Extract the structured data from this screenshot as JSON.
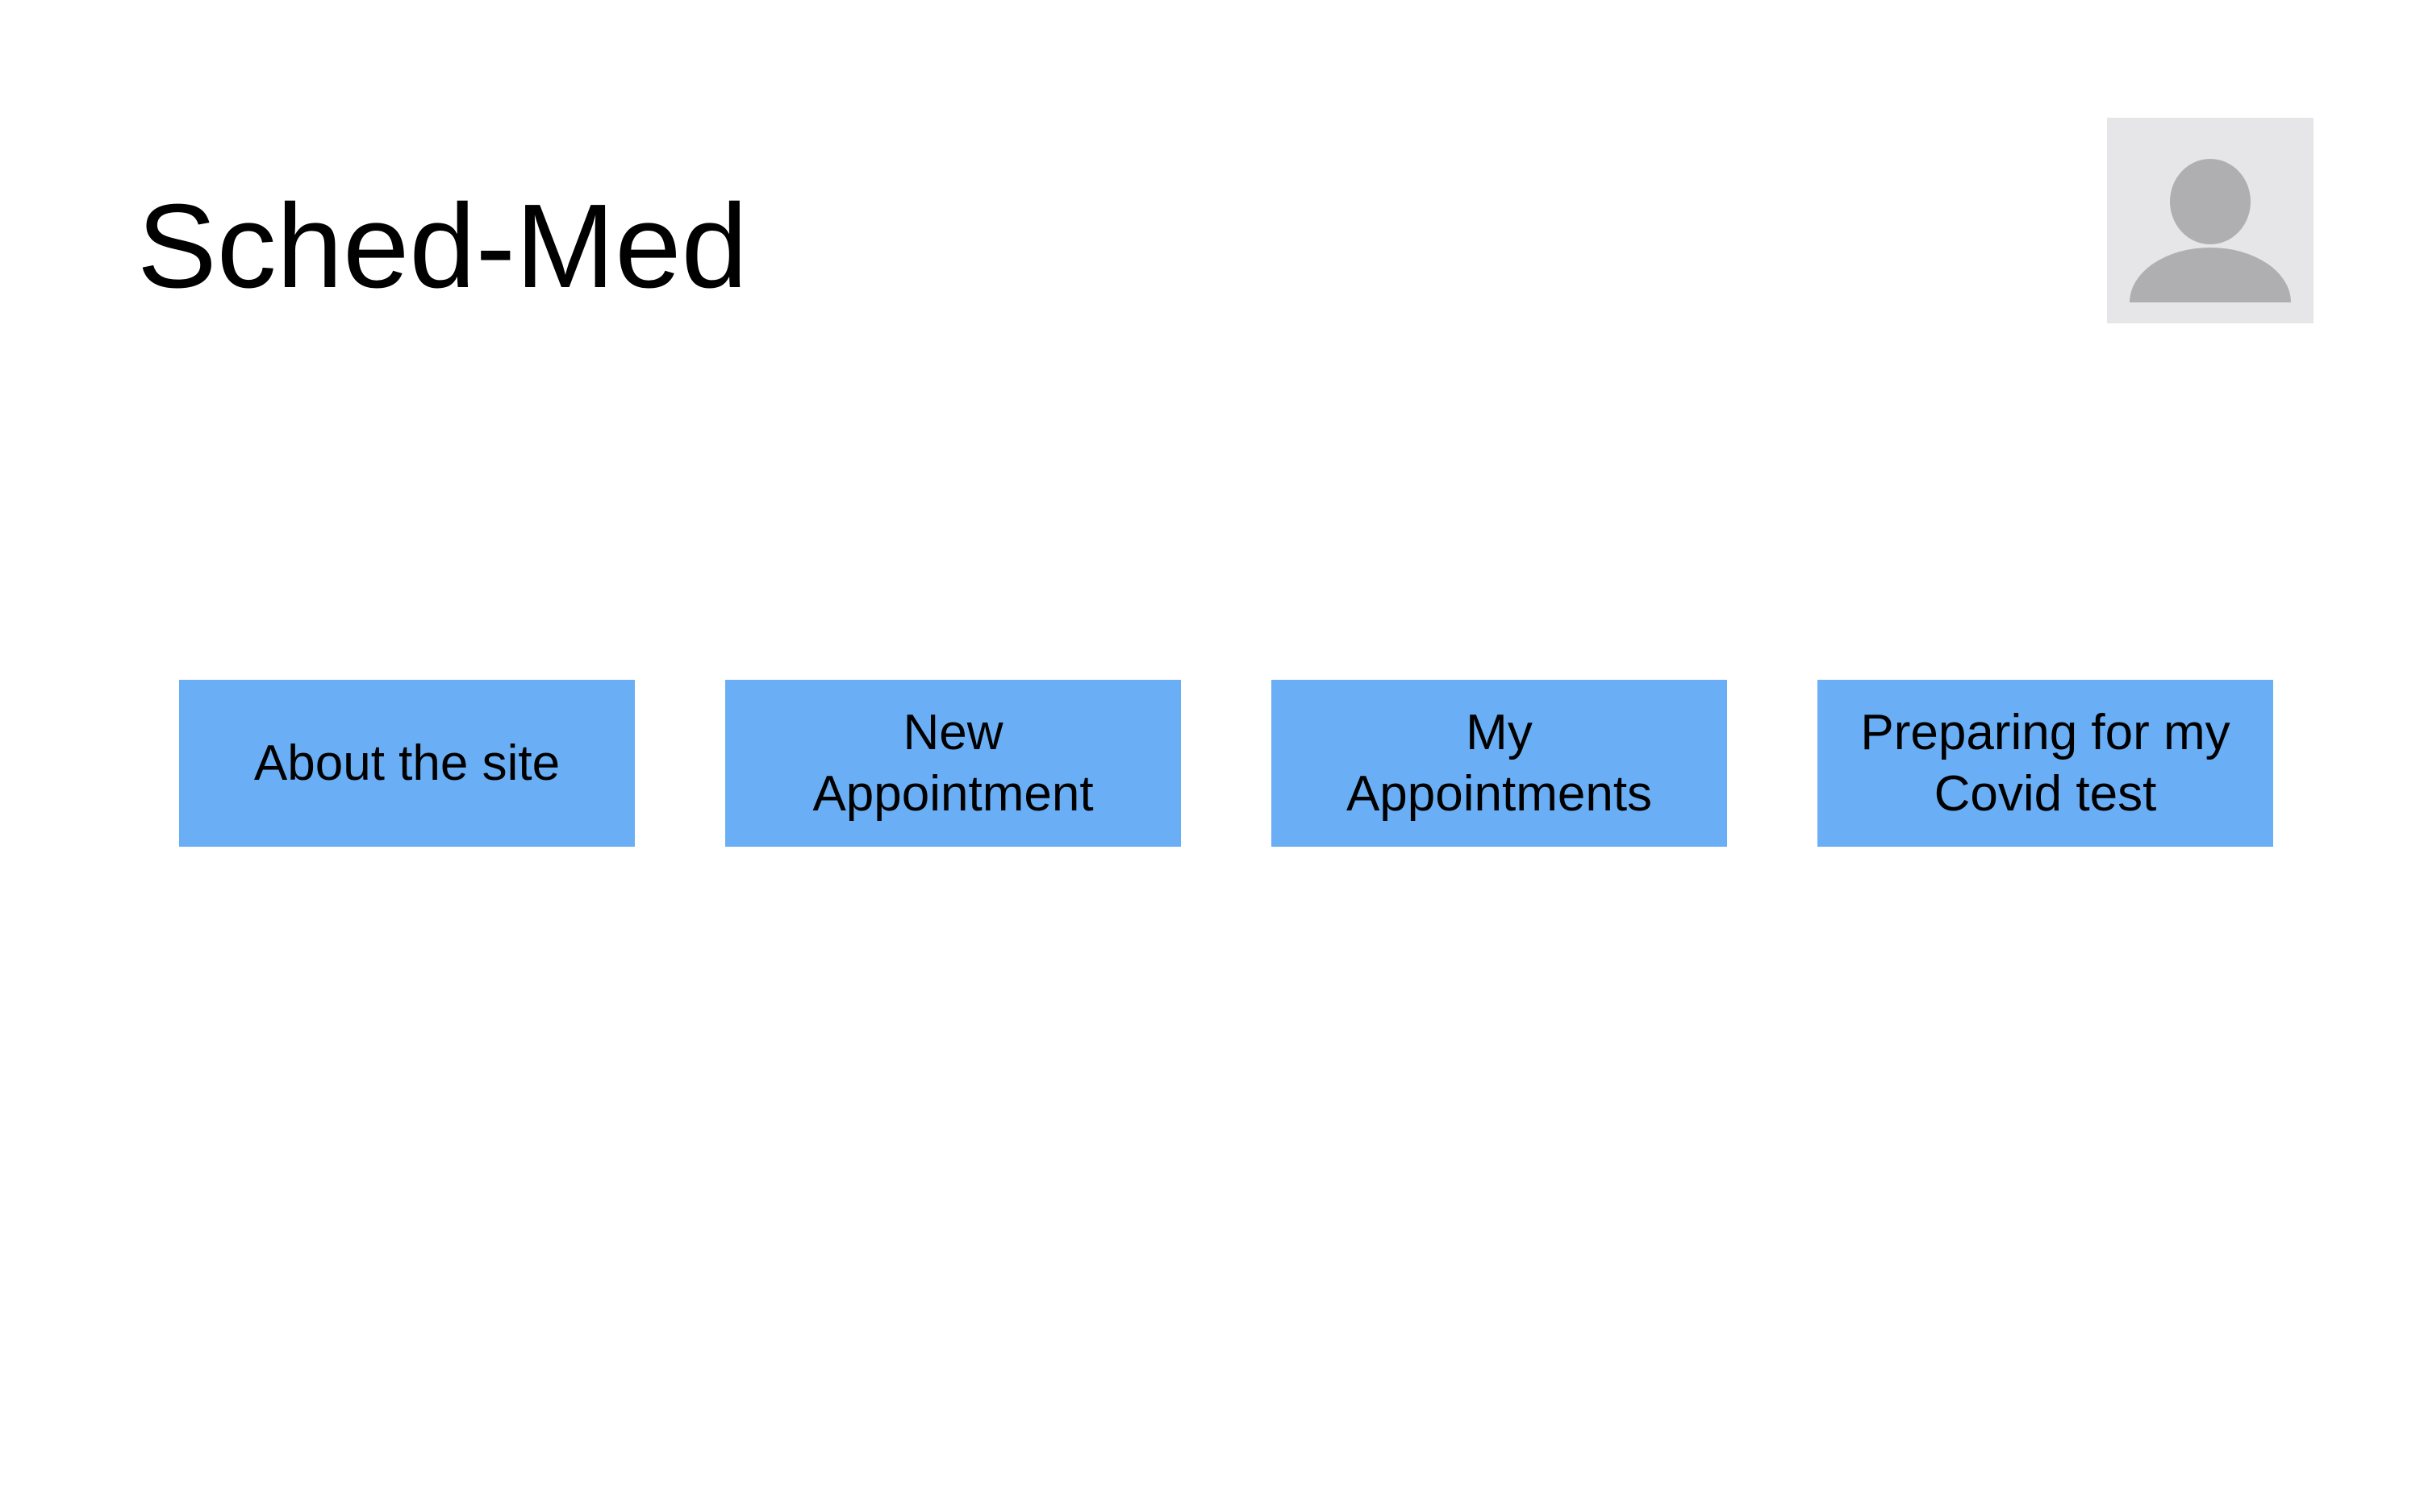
{
  "header": {
    "title": "Sched-Med"
  },
  "avatar": {
    "icon": "person-silhouette-icon"
  },
  "nav": {
    "buttons": [
      {
        "id": "about-the-site",
        "label": "About the site"
      },
      {
        "id": "new-appointment",
        "label": "New\nAppointment"
      },
      {
        "id": "my-appointments",
        "label": "My\nAppointments"
      },
      {
        "id": "preparing-covid-test",
        "label": "Preparing for my\nCovid test"
      }
    ]
  },
  "colors": {
    "button_blue": "#6AAFF5",
    "avatar_background": "#E6E6E8",
    "avatar_person": "#AFAFB2",
    "text": "#000000",
    "page_background": "#FFFFFF"
  }
}
